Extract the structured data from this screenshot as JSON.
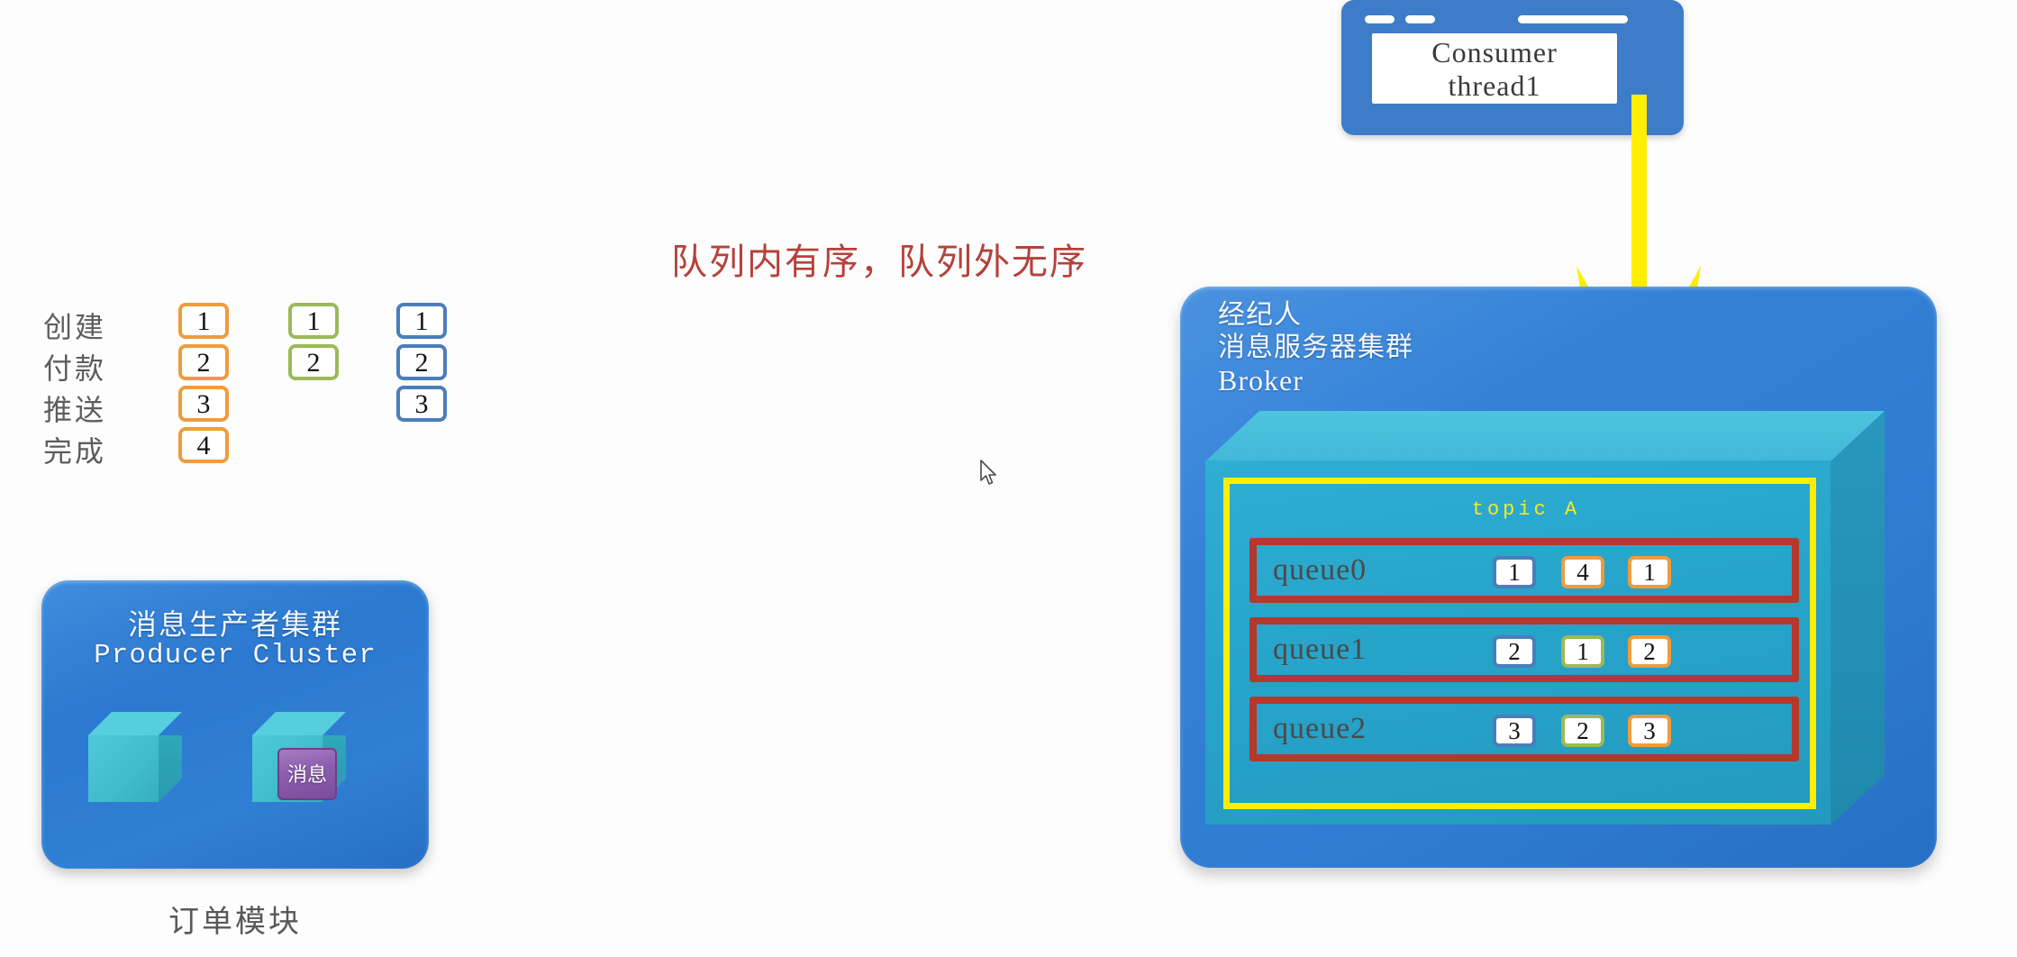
{
  "headline": "队列内有序，队列外无序",
  "order_table": {
    "rows": [
      {
        "label": "创建",
        "cells": [
          {
            "value": "1",
            "color": "orange"
          },
          {
            "value": "1",
            "color": "green"
          },
          {
            "value": "1",
            "color": "blue"
          }
        ]
      },
      {
        "label": "付款",
        "cells": [
          {
            "value": "2",
            "color": "orange"
          },
          {
            "value": "2",
            "color": "green"
          },
          {
            "value": "2",
            "color": "blue"
          }
        ]
      },
      {
        "label": "推送",
        "cells": [
          {
            "value": "3",
            "color": "orange"
          },
          {
            "value": "",
            "color": "none"
          },
          {
            "value": "3",
            "color": "blue"
          }
        ]
      },
      {
        "label": "完成",
        "cells": [
          {
            "value": "4",
            "color": "orange"
          },
          {
            "value": "",
            "color": "none"
          },
          {
            "value": "",
            "color": "none"
          }
        ]
      }
    ]
  },
  "producer": {
    "title_cn": "消息生产者集群",
    "title_en": "Producer Cluster",
    "message_label": "消息",
    "caption": "订单模块"
  },
  "consumer": {
    "line1": "Consumer",
    "line2": "thread1"
  },
  "broker": {
    "title_cn": "经纪人\n消息服务器集群",
    "title_en": "Broker",
    "topic_label": "topic  A",
    "queues": [
      {
        "name": "queue0",
        "messages": [
          {
            "value": "1",
            "color": "blue"
          },
          {
            "value": "4",
            "color": "orange"
          },
          {
            "value": "1",
            "color": "orange"
          }
        ]
      },
      {
        "name": "queue1",
        "messages": [
          {
            "value": "2",
            "color": "blue"
          },
          {
            "value": "1",
            "color": "green"
          },
          {
            "value": "2",
            "color": "orange"
          }
        ]
      },
      {
        "name": "queue2",
        "messages": [
          {
            "value": "3",
            "color": "blue"
          },
          {
            "value": "2",
            "color": "green"
          },
          {
            "value": "3",
            "color": "orange"
          }
        ]
      }
    ]
  },
  "colors": {
    "orange": "#ef9c3d",
    "green": "#9bb957",
    "blue": "#4a7ebb",
    "headline_red": "#b5413b",
    "queue_border_red": "#b5382c",
    "topic_yellow": "#ffee00",
    "arrow_yellow": "#ffee00",
    "panel_blue": "#2f7cd3",
    "server_cyan": "#2fadd2"
  }
}
